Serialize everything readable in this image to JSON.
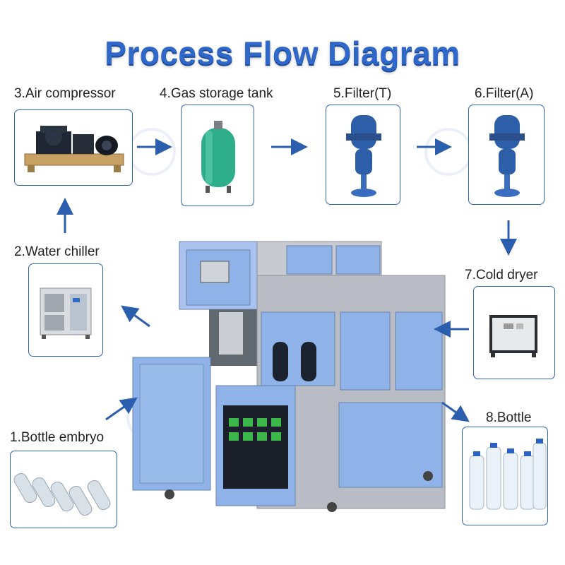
{
  "title": "Process Flow Diagram",
  "steps": [
    {
      "label": "1.Bottle embryo",
      "icon": "bottle-preforms-image"
    },
    {
      "label": "2.Water chiller",
      "icon": "water-chiller-image"
    },
    {
      "label": "3.Air compressor",
      "icon": "air-compressor-image"
    },
    {
      "label": "4.Gas storage tank",
      "icon": "gas-storage-tank-image"
    },
    {
      "label": "5.Filter(T)",
      "icon": "filter-image"
    },
    {
      "label": "6.Filter(A)",
      "icon": "filter-image"
    },
    {
      "label": "7.Cold dryer",
      "icon": "cold-dryer-image"
    },
    {
      "label": "8.Bottle",
      "icon": "bottles-image"
    }
  ],
  "colors": {
    "title": "#2f68c8",
    "arrow": "#2b5fae",
    "box_border": "#2f63b8",
    "machine_panel": "#8fb3e8",
    "machine_frame": "#b9bcc4"
  }
}
